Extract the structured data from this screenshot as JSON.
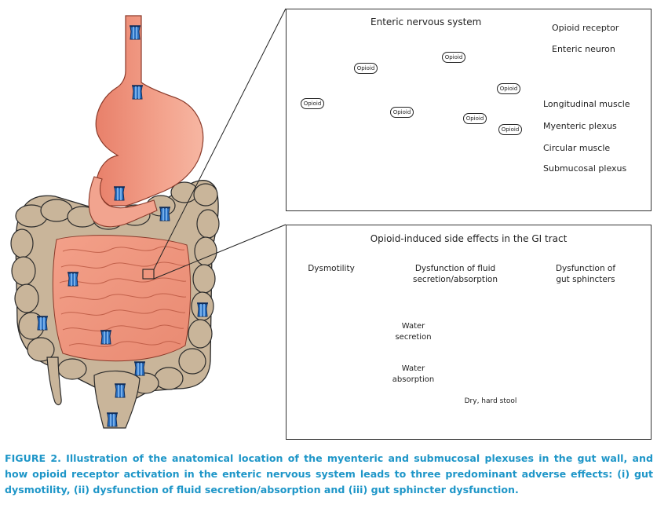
{
  "enteric_panel": {
    "title": "Enteric nervous system",
    "legend": {
      "opioid_receptor": "Opioid receptor",
      "enteric_neuron": "Enteric neuron"
    },
    "layers": [
      "Longitudinal muscle",
      "Myenteric plexus",
      "Circular muscle",
      "Submucosal plexus"
    ],
    "badge_text": "Opioid"
  },
  "side_effects_panel": {
    "title": "Opioid-induced side effects in the GI tract",
    "dysmotility": "Dysmotility",
    "fluid_title_line1": "Dysfunction of fluid",
    "fluid_title_line2": "secretion/absorption",
    "sphincter_title_line1": "Dysfunction of",
    "sphincter_title_line2": "gut sphincters",
    "water_secretion_line1": "Water",
    "water_secretion_line2": "secretion",
    "water_absorption_line1": "Water",
    "water_absorption_line2": "absorption",
    "stool_label": "Dry, hard stool"
  },
  "caption": {
    "text": "FIGURE 2. Illustration of the anatomical location of the myenteric and submucosal plexuses in the gut wall, and how opioid receptor activation in the enteric nervous system leads to three predominant adverse effects: (i) gut dysmotility, (ii) dysfunction of fluid secretion/absorption and (iii) gut sphincter dysfunction."
  },
  "colors": {
    "caption": "#1e96c8",
    "tissue": "#f0a08a",
    "colon": "#c9b59a",
    "neuron": "#f6e415",
    "receptor": "#2a6fc0",
    "stool": "#7a5028",
    "secretion_arrow": "#d63a3a",
    "absorption_arrow": "#3aa84a"
  }
}
